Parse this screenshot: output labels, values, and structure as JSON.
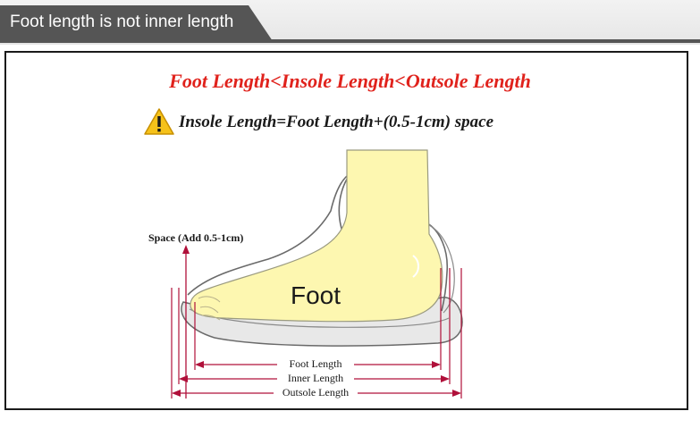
{
  "header": {
    "title": "Foot length is not inner length"
  },
  "panel": {
    "heading": "Foot Length<Insole Length<Outsole Length",
    "formula": "Insole Length=Foot Length+(0.5-1cm) space",
    "warning_icon": "warning-triangle-icon",
    "foot_label": "Foot",
    "space_label": "Space (Add 0.5-1cm)",
    "measurements": {
      "foot_length": "Foot Length",
      "inner_length": "Inner Length",
      "outsole_length": "Outsole Length"
    }
  },
  "colors": {
    "banner": "#555555",
    "heading": "#e0221c",
    "foot_fill": "#fdf7b0",
    "dimension_lines": "#b0103a"
  }
}
